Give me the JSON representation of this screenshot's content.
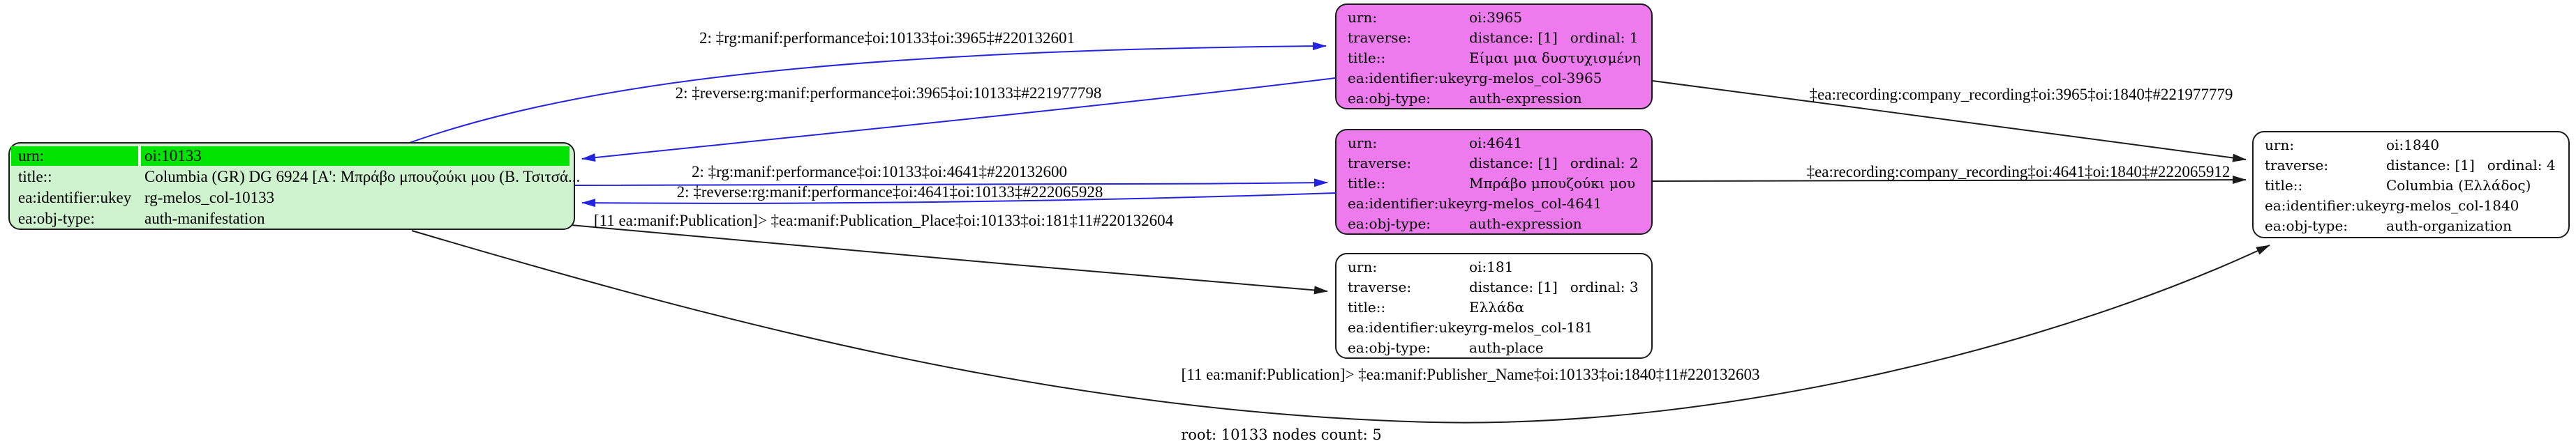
{
  "graph": {
    "caption": "root: 10133 nodes count: 5",
    "colors": {
      "edge_blue": "#2424e0",
      "edge_black": "#1b1b1b",
      "manifestation_fill": "#cef3ce",
      "manifestation_highlight": "#00e400",
      "expression_fill": "#ee7bee",
      "plain_fill": "#ffffff",
      "node_border": "#1b1b1b"
    }
  },
  "nodes": {
    "manifestation_10133": {
      "urn_label": "urn:",
      "urn_value": "oi:10133",
      "title_label": "title::",
      "title_value": "Columbia (GR) DG 6924 [Α': Μπράβο μπουζούκι μου (Β. Τσιτσά...",
      "ukey_label": "ea:identifier:ukey",
      "ukey_value": "rg-melos_col-10133",
      "objtype_label": "ea:obj-type:",
      "objtype_value": "auth-manifestation"
    },
    "expression_3965": {
      "urn_label": "urn:",
      "urn_value": "oi:3965",
      "traverse_label": "traverse:",
      "distance": "distance: [1]",
      "ordinal": "ordinal: 1",
      "title_label": "title::",
      "title_value": "Είμαι μια δυστυχισμένη",
      "ukey_label": "ea:identifier:ukey",
      "ukey_value": "rg-melos_col-3965",
      "objtype_label": "ea:obj-type:",
      "objtype_value": "auth-expression"
    },
    "expression_4641": {
      "urn_label": "urn:",
      "urn_value": "oi:4641",
      "traverse_label": "traverse:",
      "distance": "distance: [1]",
      "ordinal": "ordinal: 2",
      "title_label": "title::",
      "title_value": "Μπράβο μπουζούκι μου",
      "ukey_label": "ea:identifier:ukey",
      "ukey_value": "rg-melos_col-4641",
      "objtype_label": "ea:obj-type:",
      "objtype_value": "auth-expression"
    },
    "place_181": {
      "urn_label": "urn:",
      "urn_value": "oi:181",
      "traverse_label": "traverse:",
      "distance": "distance: [1]",
      "ordinal": "ordinal: 3",
      "title_label": "title::",
      "title_value": "Ελλάδα",
      "ukey_label": "ea:identifier:ukey",
      "ukey_value": "rg-melos_col-181",
      "objtype_label": "ea:obj-type:",
      "objtype_value": "auth-place"
    },
    "organization_1840": {
      "urn_label": "urn:",
      "urn_value": "oi:1840",
      "traverse_label": "traverse:",
      "distance": "distance: [1]",
      "ordinal": "ordinal: 4",
      "title_label": "title::",
      "title_value": "Columbia (Ελλάδος)",
      "ukey_label": "ea:identifier:ukey",
      "ukey_value": "rg-melos_col-1840",
      "objtype_label": "ea:obj-type:",
      "objtype_value": "auth-organization"
    }
  },
  "edge_labels": {
    "perf_3965": "2: ‡rg:manif:performance‡oi:10133‡oi:3965‡#220132601",
    "rev_3965": "2: ‡reverse:rg:manif:performance‡oi:3965‡oi:10133‡#221977798",
    "perf_4641": "2: ‡rg:manif:performance‡oi:10133‡oi:4641‡#220132600",
    "rev_4641": "2: ‡reverse:rg:manif:performance‡oi:4641‡oi:10133‡#222065928",
    "pub_place": "[11 ea:manif:Publication]> ‡ea:manif:Publication_Place‡oi:10133‡oi:181‡11#220132604",
    "rec_3965": "‡ea:recording:company_recording‡oi:3965‡oi:1840‡#221977779",
    "rec_4641": "‡ea:recording:company_recording‡oi:4641‡oi:1840‡#222065912",
    "pub_name": "[11 ea:manif:Publication]> ‡ea:manif:Publisher_Name‡oi:10133‡oi:1840‡11#220132603"
  }
}
